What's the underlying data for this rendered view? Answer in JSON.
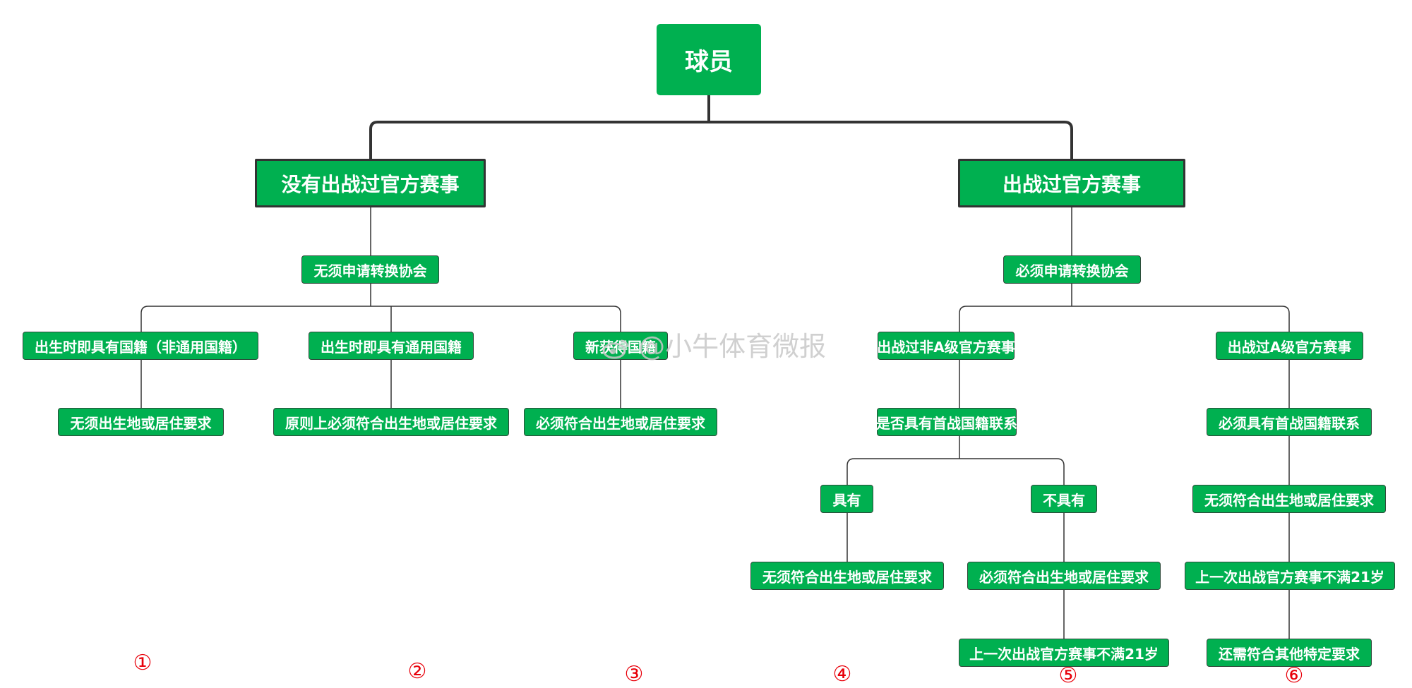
{
  "nodes": {
    "root": "球员",
    "no_official": "没有出战过官方赛事",
    "official": "出战过官方赛事",
    "no_need_transfer": "无须申请转换协会",
    "must_transfer": "必须申请转换协会",
    "born_non_universal": "出生时即具有国籍（非通用国籍）",
    "born_universal": "出生时即具有通用国籍",
    "newly_acquired": "新获得国籍",
    "non_a_official": "出战过非A级官方赛事",
    "a_official": "出战过A级官方赛事",
    "no_birth_req_1": "无须出生地或居住要求",
    "principle_birth_req": "原则上必须符合出生地或居住要求",
    "must_birth_req_3": "必须符合出生地或居住要求",
    "first_nat_link_q": "是否具有首战国籍联系",
    "must_first_nat_link": "必须具有首战国籍联系",
    "has": "具有",
    "not_has": "不具有",
    "no_birth_req_6": "无须符合出生地或居住要求",
    "no_birth_req_4": "无须符合出生地或居住要求",
    "must_birth_req_5": "必须符合出生地或居住要求",
    "under21_6": "上一次出战官方赛事不满21岁",
    "under21_5": "上一次出战官方赛事不满21岁",
    "other_req": "还需符合其他特定要求"
  },
  "markers": [
    "①",
    "②",
    "③",
    "④",
    "⑤",
    "⑥"
  ],
  "watermark": "@小牛体育微报",
  "colors": {
    "node_fill": "#00b050",
    "node_text": "#ffffff",
    "marker": "#e8000a",
    "line": "#333333"
  }
}
